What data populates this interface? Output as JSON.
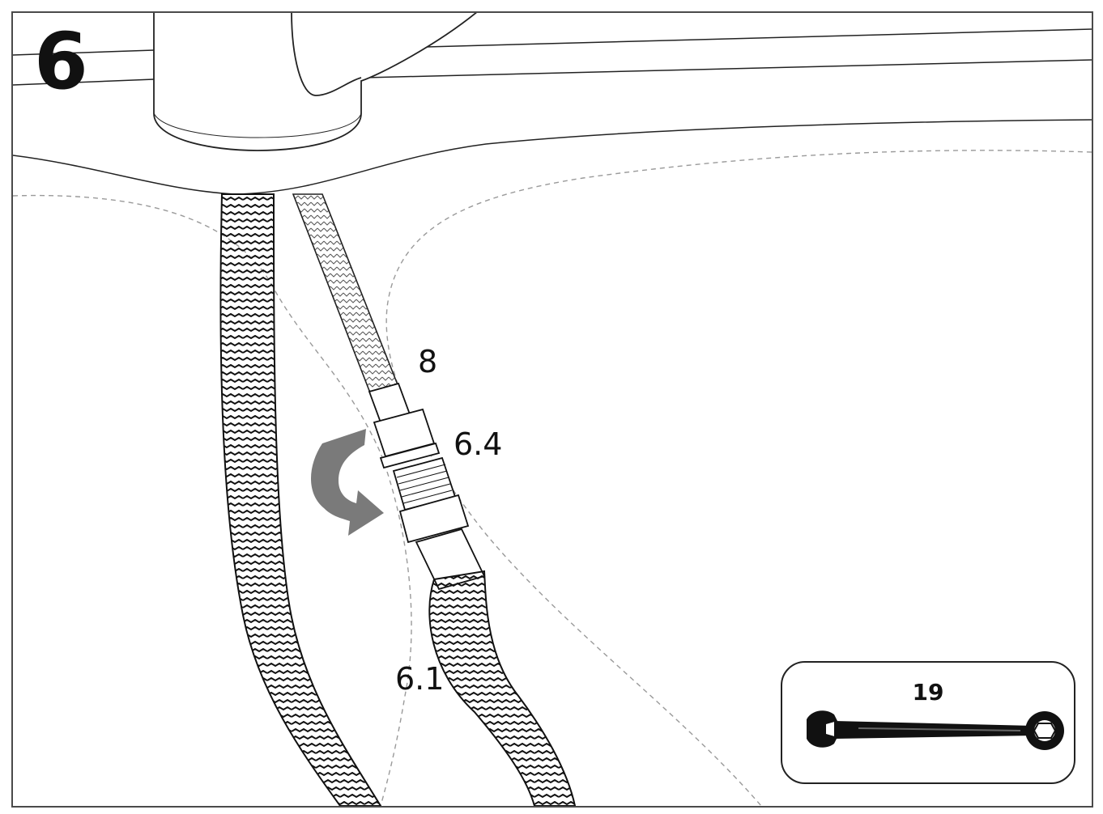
{
  "step": {
    "number": "6"
  },
  "labels": {
    "part_8": "8",
    "part_6_4": "6.4",
    "part_6_1": "6.1"
  },
  "tool": {
    "name": "wrench-icon",
    "size": "19"
  },
  "colors": {
    "ink": "#111111",
    "arrow": "#7a7a7a",
    "dashed": "#9a9a9a"
  }
}
